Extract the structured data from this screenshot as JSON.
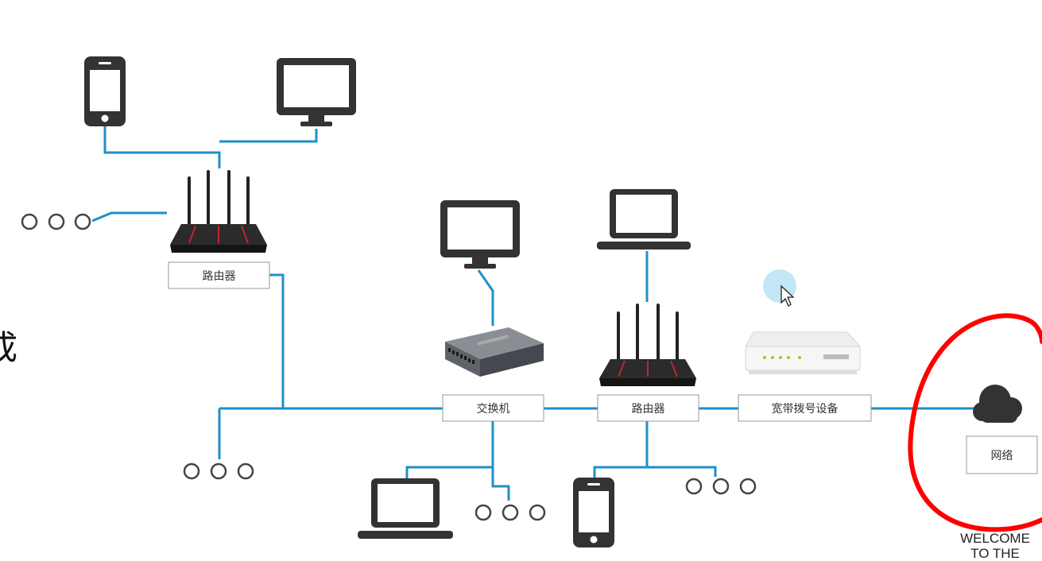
{
  "labels": {
    "router_top": "路由器",
    "switch": "交换机",
    "router_mid": "路由器",
    "broadband": "宽带拨号设备",
    "network": "网络"
  },
  "side_text": "成",
  "welcome": {
    "line1": "WELCOME",
    "line2": "TO THE"
  },
  "colors": {
    "link": "#1e90c8",
    "device": "#333333",
    "highlight": "#ff0000",
    "cursor_halo": "#b8e2f2"
  },
  "icons": [
    "phone-icon",
    "monitor-icon",
    "router-icon",
    "switch-icon",
    "laptop-icon",
    "modem-icon",
    "cloud-icon",
    "cursor-icon"
  ]
}
